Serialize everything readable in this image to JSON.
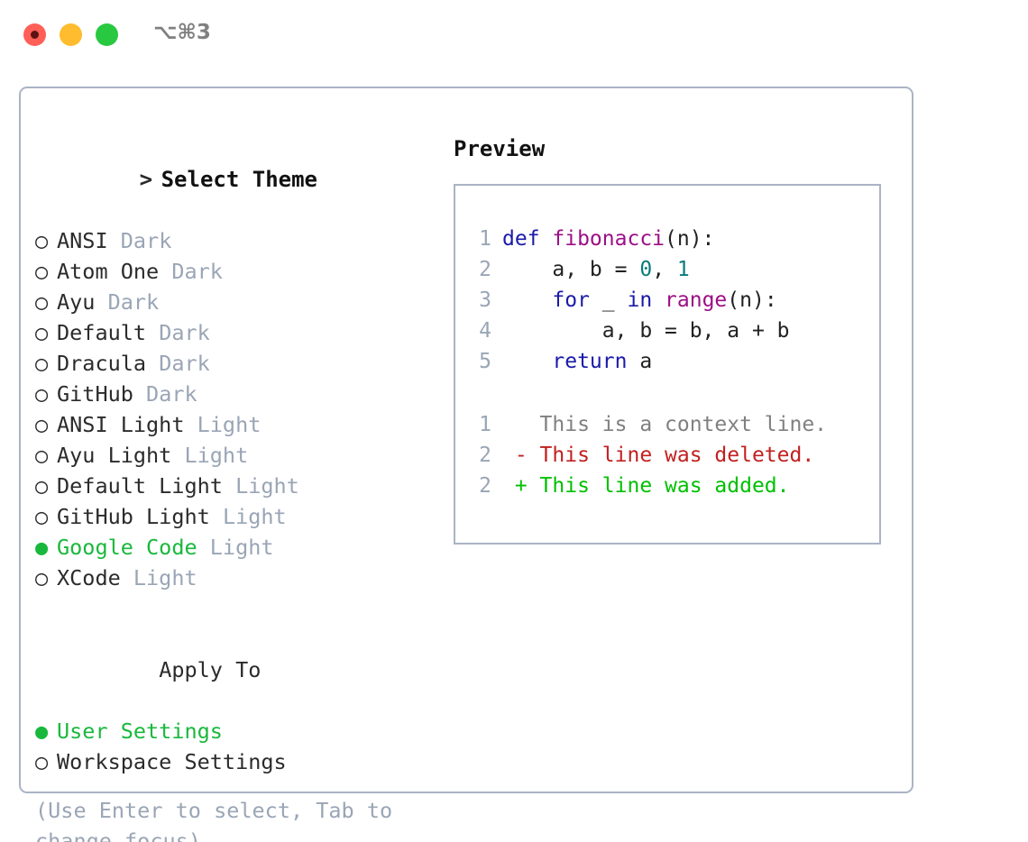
{
  "titlebar": {
    "shortcut": "⌥⌘3",
    "dots": [
      "close-red",
      "minimize-yellow",
      "zoom-green"
    ]
  },
  "left_panel": {
    "header": "> Select Theme",
    "header_label": "Select Theme",
    "header_prefix": ">",
    "marker_unselected": "○",
    "marker_selected": "●",
    "accent_color": "#19b83c",
    "themes": [
      {
        "name": "ANSI",
        "tag": "Dark",
        "selected": false
      },
      {
        "name": "Atom One",
        "tag": "Dark",
        "selected": false
      },
      {
        "name": "Ayu",
        "tag": "Dark",
        "selected": false
      },
      {
        "name": "Default",
        "tag": "Dark",
        "selected": false
      },
      {
        "name": "Dracula",
        "tag": "Dark",
        "selected": false
      },
      {
        "name": "GitHub",
        "tag": "Dark",
        "selected": false
      },
      {
        "name": "ANSI Light",
        "tag": "Light",
        "selected": false
      },
      {
        "name": "Ayu Light",
        "tag": "Light",
        "selected": false
      },
      {
        "name": "Default Light",
        "tag": "Light",
        "selected": false
      },
      {
        "name": "GitHub Light",
        "tag": "Light",
        "selected": false
      },
      {
        "name": "Google Code",
        "tag": "Light",
        "selected": true
      },
      {
        "name": "XCode",
        "tag": "Light",
        "selected": false
      }
    ],
    "apply_to": {
      "header": "Apply To",
      "options": [
        {
          "name": "User Settings",
          "selected": true
        },
        {
          "name": "Workspace Settings",
          "selected": false
        }
      ]
    },
    "hint": "(Use Enter to select, Tab to change focus)"
  },
  "right_panel": {
    "title": "Preview",
    "code_lines": [
      {
        "ln": "1",
        "tokens": [
          {
            "t": "def ",
            "c": "kw"
          },
          {
            "t": "fibonacci",
            "c": "fn"
          },
          {
            "t": "(n):",
            "c": "pl"
          }
        ]
      },
      {
        "ln": "2",
        "tokens": [
          {
            "t": "    a, b = ",
            "c": "pl"
          },
          {
            "t": "0",
            "c": "num"
          },
          {
            "t": ", ",
            "c": "pl"
          },
          {
            "t": "1",
            "c": "num"
          }
        ]
      },
      {
        "ln": "3",
        "tokens": [
          {
            "t": "    ",
            "c": "pl"
          },
          {
            "t": "for",
            "c": "kw"
          },
          {
            "t": " _ ",
            "c": "pl"
          },
          {
            "t": "in",
            "c": "kw"
          },
          {
            "t": " ",
            "c": "pl"
          },
          {
            "t": "range",
            "c": "fn"
          },
          {
            "t": "(n):",
            "c": "pl"
          }
        ]
      },
      {
        "ln": "4",
        "tokens": [
          {
            "t": "        a, b = b, a + b",
            "c": "pl"
          }
        ]
      },
      {
        "ln": "5",
        "tokens": [
          {
            "t": "    ",
            "c": "pl"
          },
          {
            "t": "return",
            "c": "kw"
          },
          {
            "t": " a",
            "c": "pl"
          }
        ]
      }
    ],
    "diff_lines": [
      {
        "ln": "1",
        "sign": " ",
        "text": "This is a context line.",
        "kind": "ctx"
      },
      {
        "ln": "2",
        "sign": "-",
        "text": "This line was deleted.",
        "kind": "del"
      },
      {
        "ln": "2",
        "sign": "+",
        "text": "This line was added.",
        "kind": "add"
      }
    ]
  },
  "colors": {
    "keyword": "#1a1aa8",
    "function": "#9c0f86",
    "number": "#0d7b7b",
    "plain": "#222222",
    "linenum": "#9aa5b5",
    "context": "#808080",
    "deleted": "#c22020",
    "added": "#00c000",
    "border": "#aab4c4",
    "muted": "#9aa5b5"
  }
}
